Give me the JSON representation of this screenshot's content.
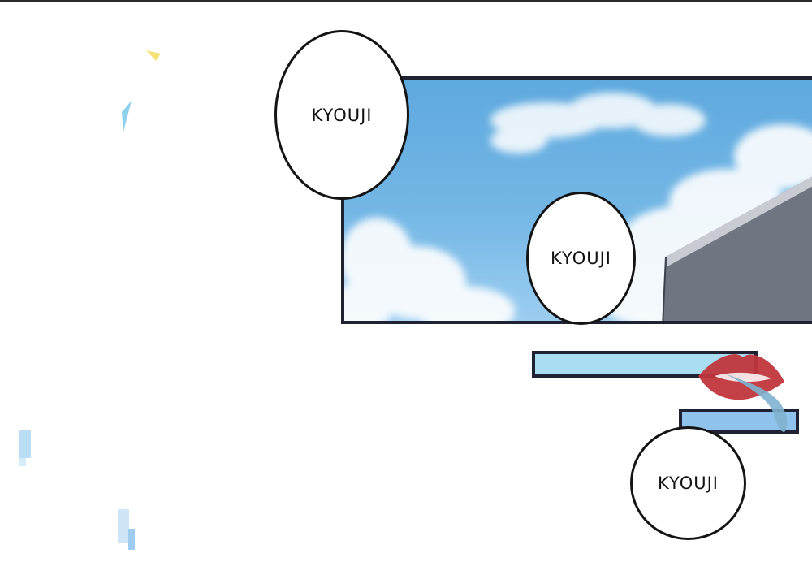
{
  "panel": {
    "balloons": [
      {
        "text": "KYOUJI"
      },
      {
        "text": "KYOUJI"
      },
      {
        "text": "KYOUJI"
      }
    ]
  },
  "colors": {
    "panel_border": "#1f2233",
    "sky_top": "#5ea9de",
    "sky_bottom": "#9ccdf0",
    "cloud": "#ffffff",
    "building": "#6f7682",
    "roof_edge": "#c8ccd2",
    "lips": "#c0363d",
    "bar_light": "#a9def2",
    "bar_blue": "#8fc3ee"
  }
}
